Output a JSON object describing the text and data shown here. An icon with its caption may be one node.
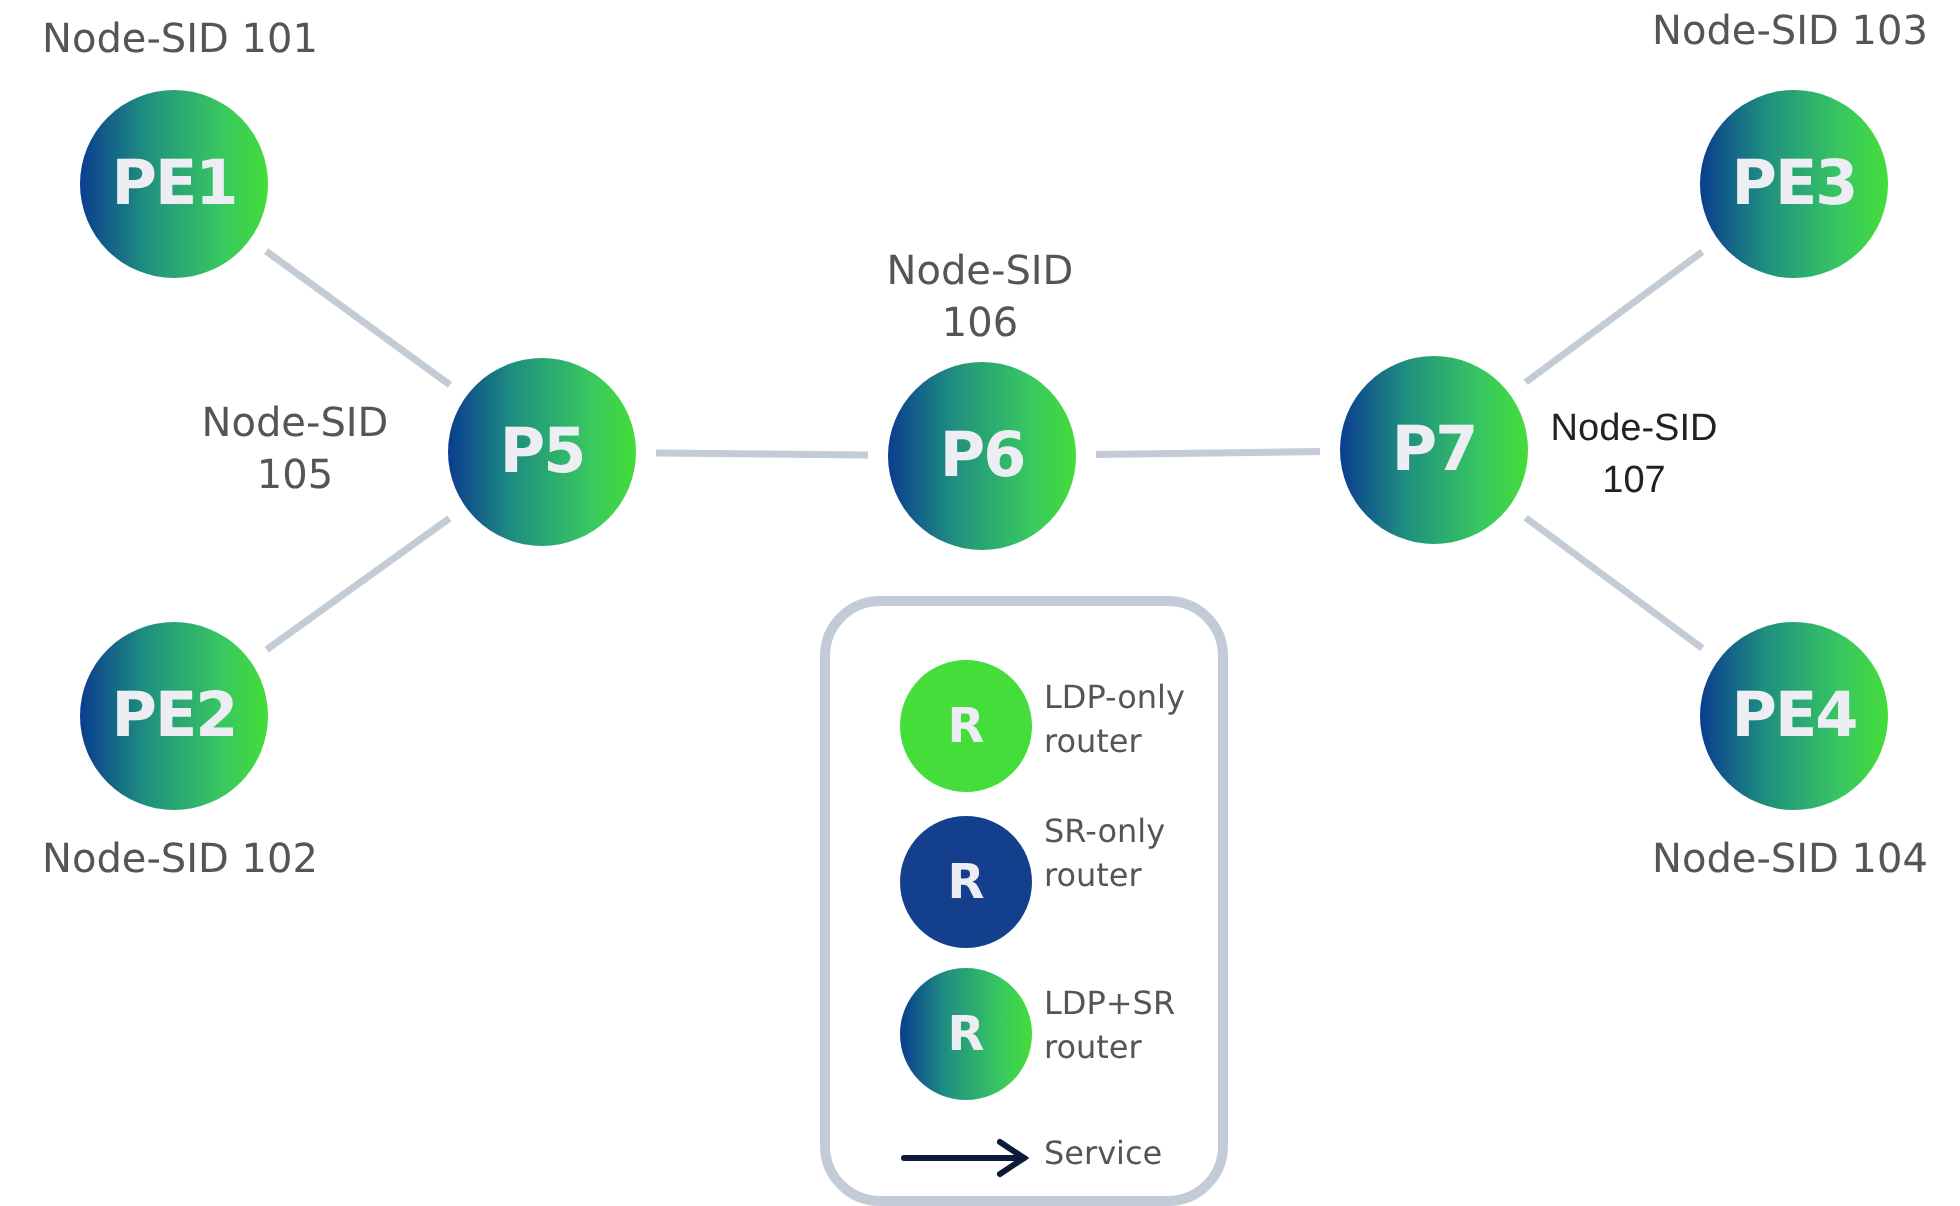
{
  "diagram": {
    "nodes": [
      {
        "text": [
          "PE1"
        ],
        "beside": [
          "Node-SID 101"
        ]
      },
      {
        "text": [
          "PE2"
        ],
        "beside": [
          "Node-SID 102"
        ]
      },
      {
        "text": [
          "P5"
        ],
        "beside": [
          "Node-SID 105"
        ]
      },
      {
        "text": [
          "P6"
        ],
        "beside": [
          "Node-SID 106"
        ]
      },
      {
        "text": [
          "P7"
        ],
        "beside": [
          "Node-SID 107"
        ]
      },
      {
        "text": [
          "PE3"
        ],
        "beside": [
          "Node-SID 103"
        ]
      },
      {
        "text": [
          "PE4"
        ],
        "beside": [
          "Node-SID 104"
        ]
      }
    ],
    "edges": [
      {
        "from": 0,
        "to": 2,
        "arrow": "none"
      },
      {
        "from": 1,
        "to": 2,
        "arrow": "none"
      },
      {
        "from": 2,
        "to": 3,
        "arrow": "none"
      },
      {
        "from": 3,
        "to": 4,
        "arrow": "none"
      },
      {
        "from": 4,
        "to": 5,
        "arrow": "none"
      },
      {
        "from": 4,
        "to": 6,
        "arrow": "none"
      }
    ],
    "labels": [
      "R",
      "R",
      "R"
    ],
    "legend": [
      {
        "text": "LDP-only router",
        "color": "#44dd3a"
      },
      {
        "text": "SR-only router",
        "color": "#143f8c"
      },
      {
        "text": "LDP+SR router"
      },
      {
        "text": "Service"
      }
    ]
  }
}
